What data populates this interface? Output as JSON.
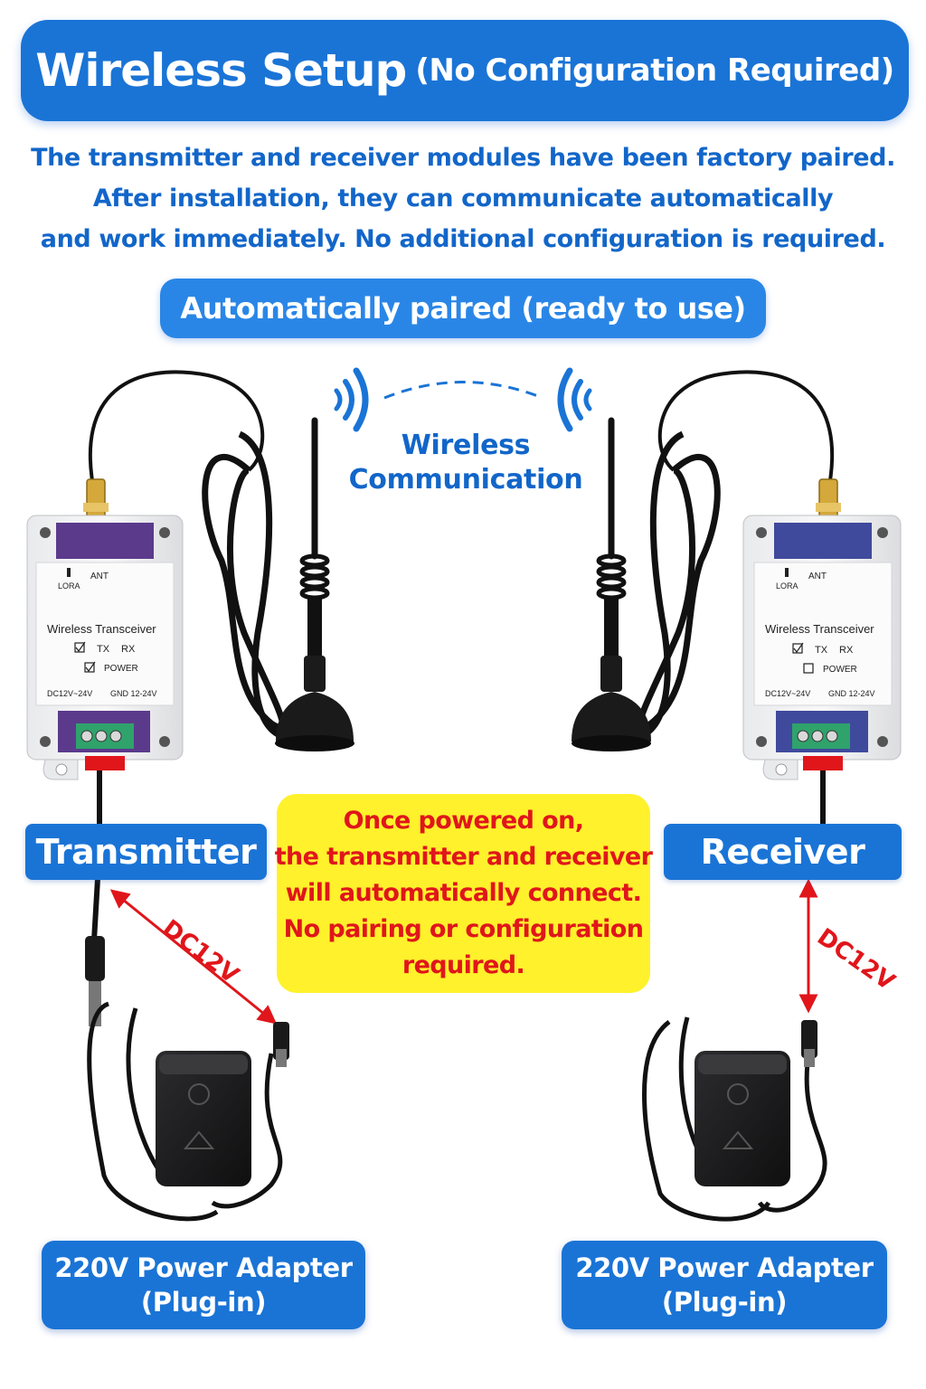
{
  "header": {
    "title_main": "Wireless Setup",
    "title_sub": "(No Configuration Required)"
  },
  "intro": {
    "line1": "The transmitter and receiver modules have been factory paired.",
    "line2": "After installation, they can communicate automatically",
    "line3": "and work immediately. No additional configuration is required."
  },
  "pill_label": "Automatically paired (ready to use)",
  "wireless_label": {
    "line1": "Wireless",
    "line2": "Communication"
  },
  "module": {
    "ant": "ANT",
    "lora": "LORA",
    "name": "Wireless Transceiver",
    "tx": "TX",
    "rx": "RX",
    "power": "POWER",
    "dc_range": "DC12V~24V",
    "gnd": "GND  12-24V"
  },
  "transmitter_label": "Transmitter",
  "receiver_label": "Receiver",
  "notice": {
    "line1": "Once powered on,",
    "line2": "the transmitter and receiver",
    "line3": "will automatically connect.",
    "line4": "No pairing or configuration",
    "line5": "required."
  },
  "dc_label_left": "DC12V",
  "dc_label_right": "DC12V",
  "adapter_left": {
    "line1": "220V Power Adapter",
    "line2": "(Plug-in)"
  },
  "adapter_right": {
    "line1": "220V Power Adapter",
    "line2": "(Plug-in)"
  },
  "colors": {
    "primary_blue": "#1a74d6",
    "text_blue": "#1266c9",
    "notice_yellow": "#fff12b",
    "alert_red": "#e0161b"
  }
}
